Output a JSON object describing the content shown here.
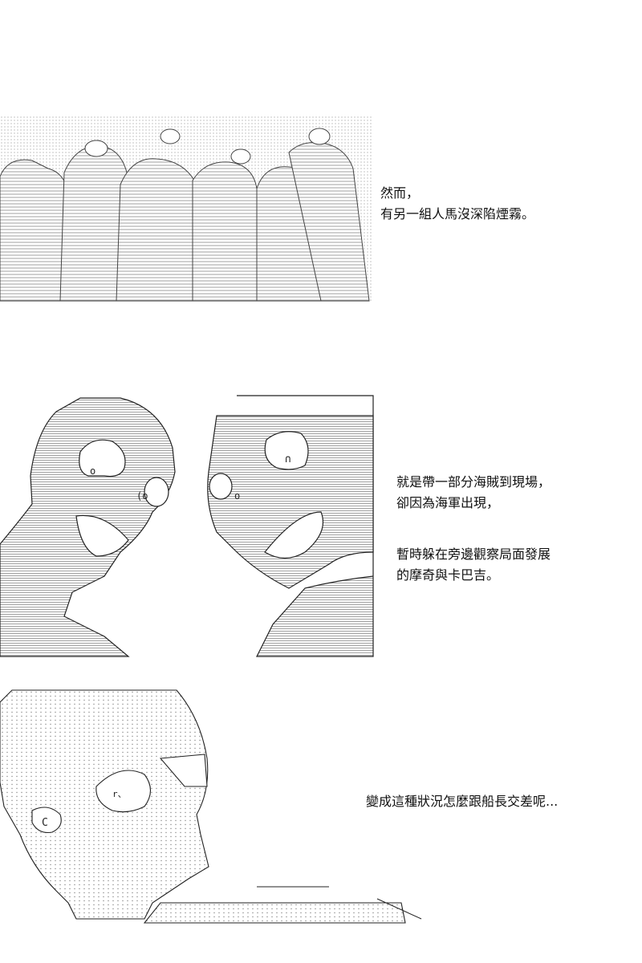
{
  "colors": {
    "background": "#ffffff",
    "ink": "#111111",
    "hatch": "#777777"
  },
  "panels": [
    {
      "name": "crowd-illustration"
    },
    {
      "name": "two-characters-illustration"
    },
    {
      "name": "character-closeup-illustration"
    }
  ],
  "captions": {
    "caption1": {
      "line1": "然而，",
      "line2": "有另一組人馬沒深陷煙霧。"
    },
    "caption2": {
      "line1": "就是帶一部分海賊到現場，",
      "line2": "卻因為海軍出現，"
    },
    "caption3": {
      "line1": "暫時躲在旁邊觀察局面發展",
      "line2": "的摩奇與卡巴吉。"
    },
    "caption4": {
      "line1": "變成這種狀況怎麼跟船長交差呢..."
    }
  }
}
